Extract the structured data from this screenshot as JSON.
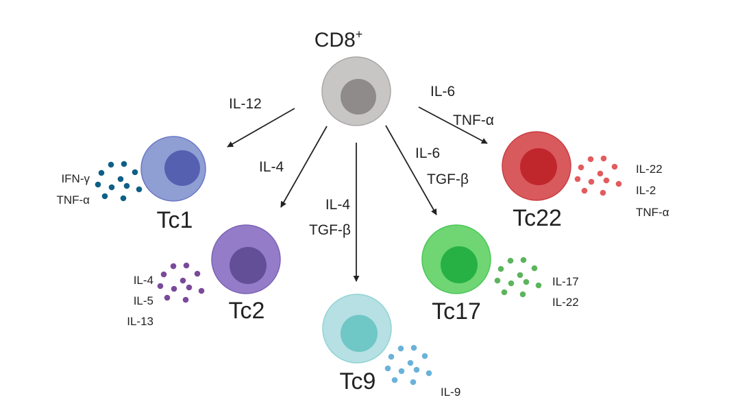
{
  "title": "CD8+ T cell differentiation",
  "root": {
    "label": "CD8",
    "sup": "+",
    "colors": {
      "outer": "#c8c5c5",
      "inner": "#8f8b8b",
      "stroke": "#a9a6a6"
    }
  },
  "subsets": [
    {
      "id": "tc1",
      "label": "Tc1",
      "inducers": [
        "IL-12"
      ],
      "cytokines": [
        "IFN-γ",
        "TNF-α"
      ],
      "colors": {
        "outer": "#8f9fd4",
        "inner": "#5660b0",
        "stroke": "#6a76c4",
        "dot": "#0f5f86"
      }
    },
    {
      "id": "tc2",
      "label": "Tc2",
      "inducers": [
        "IL-4"
      ],
      "cytokines": [
        "IL-4",
        "IL-5",
        "IL-13"
      ],
      "colors": {
        "outer": "#957cc8",
        "inner": "#634e98",
        "stroke": "#7a62b4",
        "dot": "#7a4a9a"
      }
    },
    {
      "id": "tc9",
      "label": "Tc9",
      "inducers": [
        "IL-4",
        "TGF-β"
      ],
      "cytokines": [
        "IL-9"
      ],
      "colors": {
        "outer": "#b6e0e3",
        "inner": "#6fc7c6",
        "stroke": "#8fd3d3",
        "dot": "#6bb2d8"
      }
    },
    {
      "id": "tc17",
      "label": "Tc17",
      "inducers": [
        "IL-6",
        "TGF-β"
      ],
      "cytokines": [
        "IL-17",
        "IL-22"
      ],
      "colors": {
        "outer": "#6fd673",
        "inner": "#27b145",
        "stroke": "#4cc557",
        "dot": "#5cb55c"
      }
    },
    {
      "id": "tc22",
      "label": "Tc22",
      "inducers": [
        "IL-6",
        "TNF-α"
      ],
      "cytokines": [
        "IL-22",
        "IL-2",
        "TNF-α"
      ],
      "colors": {
        "outer": "#d95a5d",
        "inner": "#c0272d",
        "stroke": "#c83c40",
        "dot": "#e25b5e"
      }
    }
  ]
}
